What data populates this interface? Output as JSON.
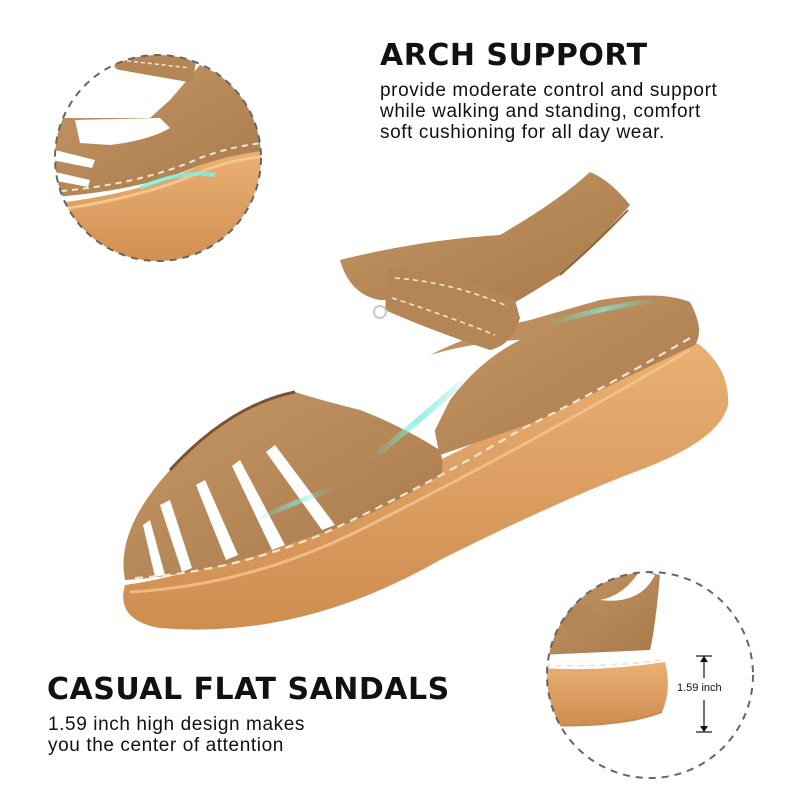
{
  "arch_support": {
    "title": "ARCH SUPPORT",
    "lines": [
      "provide moderate control  and support",
      "while walking  and standing, comfort",
      "soft cushioning for all day wear."
    ]
  },
  "casual": {
    "title": "CASUAL FLAT SANDALS",
    "lines": [
      "1.59 inch high design makes",
      "you the center of attention"
    ]
  },
  "height_callout": {
    "label": "1.59 inch"
  },
  "colors": {
    "upper_leather": "#b88a5a",
    "upper_shadow": "#8f6438",
    "sole": "#e2a567",
    "sole_shadow": "#c9884c",
    "stitch": "#f3e6cf",
    "arch_glow": "#5fe0d0",
    "dashed_circle": "#666666"
  }
}
